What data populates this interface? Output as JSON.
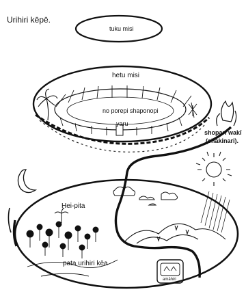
{
  "title": "Urihiri kēpē.",
  "labels": {
    "tuku_misi": "tuku misi",
    "hetu_misi": "hetu misi",
    "no_porepi": "no porepi shaponopi",
    "yaru": "yaru",
    "shopari_line1": "shopari wakī",
    "shopari_line2": "(shakinari).",
    "hei_pita": "Hei-pita",
    "pata_urihiri": "pata urihiri kēa",
    "amahiri": "amāhiri"
  }
}
